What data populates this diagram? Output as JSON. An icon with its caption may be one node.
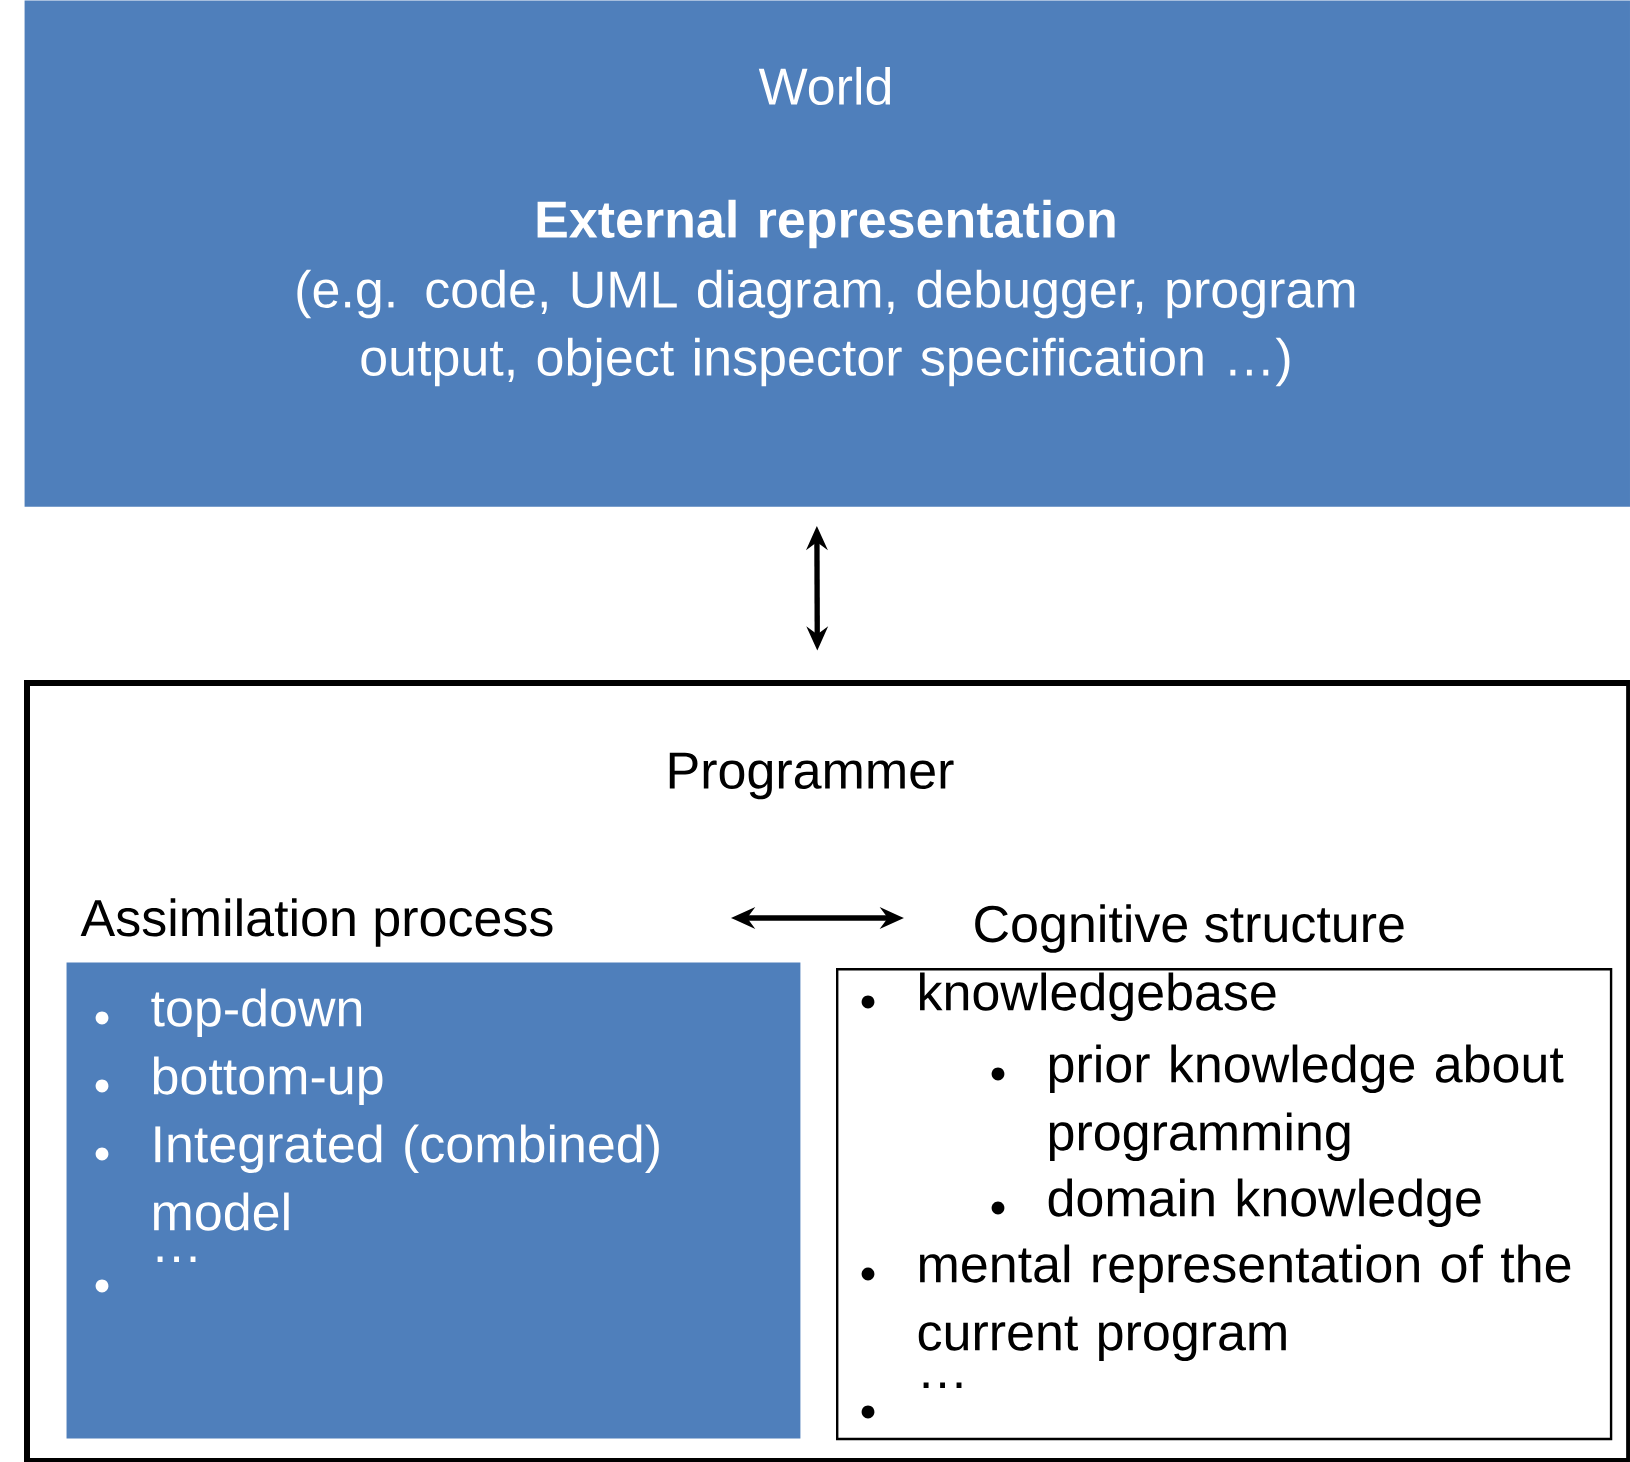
{
  "diagram": {
    "nodes": [
      {
        "text": [
          "World",
          "External representation",
          "(e.g. code, UML diagram, debugger, program output, object inspector specification …)"
        ]
      },
      {
        "text": [
          "Programmer"
        ]
      },
      {
        "text": [
          "Assimilation process",
          "top-down",
          "bottom-up",
          "Integrated (combined) model",
          "…"
        ],
        "in": 1
      },
      {
        "text": [
          "Cognitive structure",
          "knowledgebase",
          "prior knowledge about programming",
          "domain knowledge",
          "mental representation of the current program",
          "…"
        ],
        "in": 1
      }
    ],
    "edges": [
      {
        "from": 0,
        "to": 1,
        "arrow": "both"
      },
      {
        "from": 2,
        "to": 3,
        "arrow": "both"
      }
    ]
  }
}
